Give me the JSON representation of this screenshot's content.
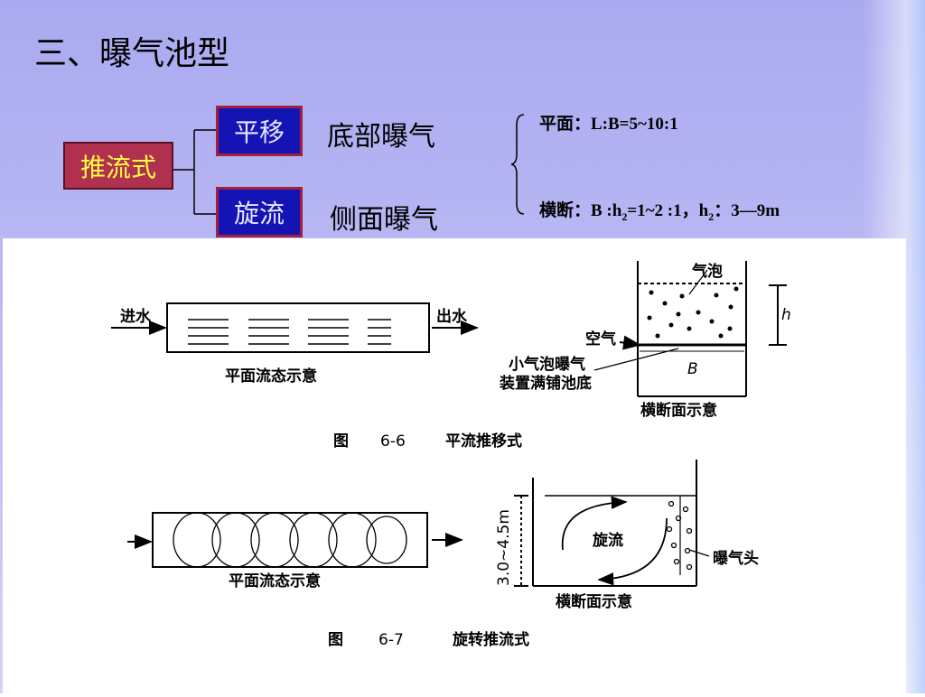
{
  "slide": {
    "title": "三、曝气池型",
    "main_label": "推流式",
    "branch1": {
      "label": "平移",
      "aeration": "底部曝气"
    },
    "branch2": {
      "label": "旋流",
      "aeration": "侧面曝气"
    },
    "note_plane": "平面：L:B=5~10:1",
    "note_cross": {
      "prefix": "横断：B :h",
      "sub1": "2",
      "mid": "=1~2 :1，h",
      "sub2": "2",
      "suffix": "：3—9m"
    }
  },
  "figure": {
    "fig1": {
      "inlet": "进水",
      "outlet": "出水",
      "plan_caption": "平面流态示意",
      "bubble": "气泡",
      "air": "空气",
      "diffuser_line1": "小气泡曝气",
      "diffuser_line2": "装置满铺池底",
      "h_label": "h",
      "b_label": "B",
      "section_caption": "横断面示意",
      "caption_fig": "图",
      "caption_num": "6-6",
      "caption_title": "平流推移式"
    },
    "fig2": {
      "plan_caption": "平面流态示意",
      "depth_label": "3.0~4.5m",
      "swirl_label": "旋流",
      "head_label": "曝气头",
      "section_caption": "横断面示意",
      "caption_fig": "图",
      "caption_num": "6-7",
      "caption_title": "旋转推流式"
    }
  }
}
